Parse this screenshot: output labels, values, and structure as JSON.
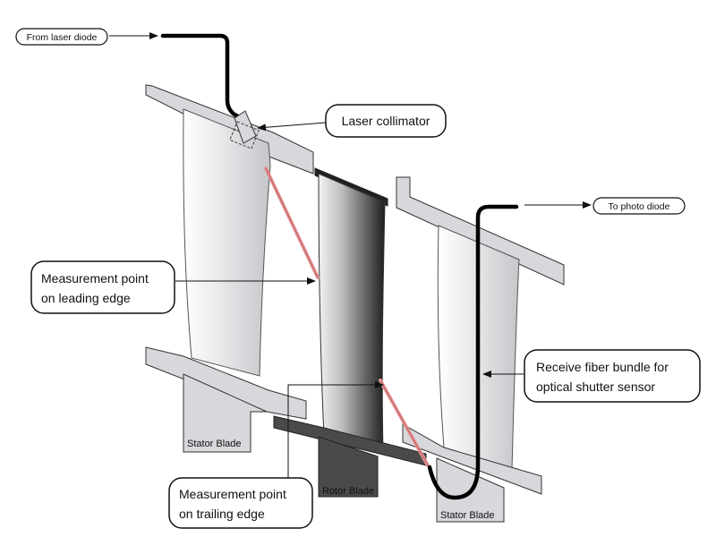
{
  "labels": {
    "from_laser": "From laser diode",
    "to_photo": "To photo diode",
    "collimator": "Laser collimator",
    "leading_1": "Measurement point",
    "leading_2": "on leading edge",
    "trailing_1": "Measurement point",
    "trailing_2": "on trailing edge",
    "fiber_1": "Receive fiber bundle for",
    "fiber_2": "optical shutter sensor",
    "stator_left": "Stator Blade",
    "rotor": "Rotor Blade",
    "stator_right": "Stator Blade"
  },
  "colors": {
    "laser_beam": "#e8989a",
    "fiber": "#000000",
    "blade_fill": "#d8dadd",
    "rotor_dark": "#3a3a3a",
    "outline": "#333333"
  }
}
